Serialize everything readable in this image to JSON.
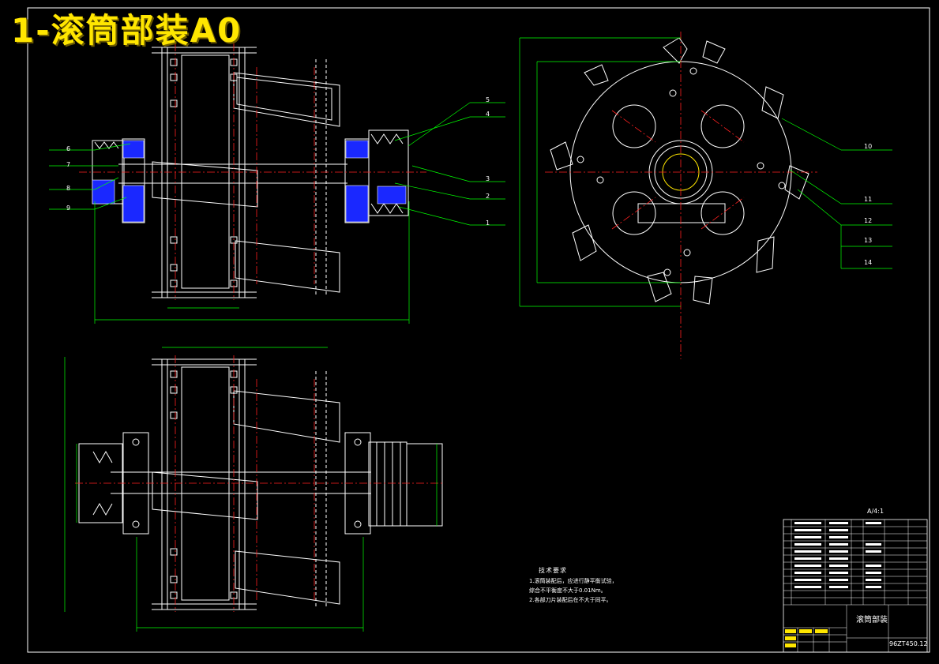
{
  "title": "1-滚筒部装A0",
  "callouts_left": [
    {
      "label": "6"
    },
    {
      "label": "7"
    },
    {
      "label": "8"
    },
    {
      "label": "9"
    }
  ],
  "callouts_right": [
    {
      "label": "5"
    },
    {
      "label": "4"
    },
    {
      "label": "3"
    },
    {
      "label": "2"
    },
    {
      "label": "1"
    }
  ],
  "callouts_side": [
    {
      "label": "10"
    },
    {
      "label": "11"
    },
    {
      "label": "12"
    },
    {
      "label": "13"
    },
    {
      "label": "14"
    }
  ],
  "technical_requirements": {
    "heading": "技术要求",
    "lines": [
      "1.滚筒装配后，应进行静平衡试验，",
      "  综合不平衡度不大于0.01Nm。",
      "2.各部刀片装配后在不大于同平。"
    ]
  },
  "scale_note": "A/4:1",
  "title_block": {
    "name": "滚筒部装",
    "drawing_number": "96ZT450.12"
  },
  "colors": {
    "outline": "#ffffff",
    "centerline": "#ff2020",
    "dimension": "#00ff00",
    "accent_blue": "#2030ff",
    "hatch_cyan": "#00ffff",
    "title_yellow": "#ffe600"
  }
}
